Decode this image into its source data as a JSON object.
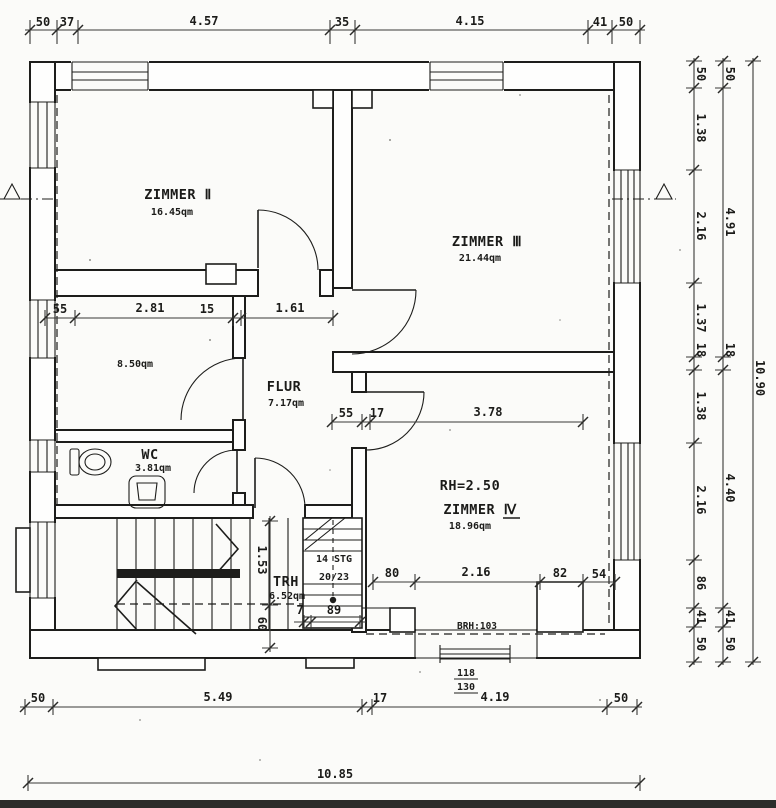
{
  "drawing": {
    "rooms": {
      "zimmer2": {
        "name": "ZIMMER Ⅱ",
        "area": "16.45qm"
      },
      "zimmer3": {
        "name": "ZIMMER Ⅲ",
        "area": "21.44qm"
      },
      "room_mid_left": {
        "area": "8.50qm"
      },
      "flur": {
        "name": "FLUR",
        "area": "7.17qm"
      },
      "wc": {
        "name": "WC",
        "area": "3.81qm"
      },
      "zimmer4": {
        "name": "ZIMMER Ⅳ",
        "area": "18.96qm",
        "room_height": "RH=2.50"
      },
      "trh": {
        "name": "TRH",
        "area": "6.52qm",
        "steps": "14 STG",
        "step_size": "20/23"
      }
    },
    "annotations": {
      "parapet": "BRH:103",
      "window_w": "118",
      "window_h": "130"
    },
    "dims": {
      "top": {
        "a": "50",
        "b": "37",
        "c": "4.57",
        "d": "35",
        "e": "4.15",
        "f": "41",
        "g": "50"
      },
      "mid1": {
        "a": "55",
        "b": "2.81",
        "c": "15",
        "d": "1.61"
      },
      "mid2": {
        "a": "55",
        "b": "17",
        "c": "3.78"
      },
      "bay": {
        "a": "80",
        "b": "2.16",
        "c": "82",
        "d": "54"
      },
      "stair_v": {
        "a": "1.53",
        "b": "60"
      },
      "stair_h": {
        "a": "7",
        "b": "89"
      },
      "bottom": {
        "a": "50",
        "b": "5.49",
        "c": "17",
        "d": "4.19",
        "e": "50"
      },
      "overall_bottom": "10.85",
      "right_col1": {
        "a": "50",
        "b": "1.38",
        "c": "2.16",
        "d": "1.37",
        "e": "18",
        "f": "1.38",
        "g": "2.16",
        "h": "86",
        "i": "41",
        "j": "50"
      },
      "right_col2": {
        "a": "50",
        "b": "4.91",
        "c": "18",
        "d": "4.40",
        "e": "41",
        "f": "50"
      },
      "overall_right": "10.90"
    }
  }
}
